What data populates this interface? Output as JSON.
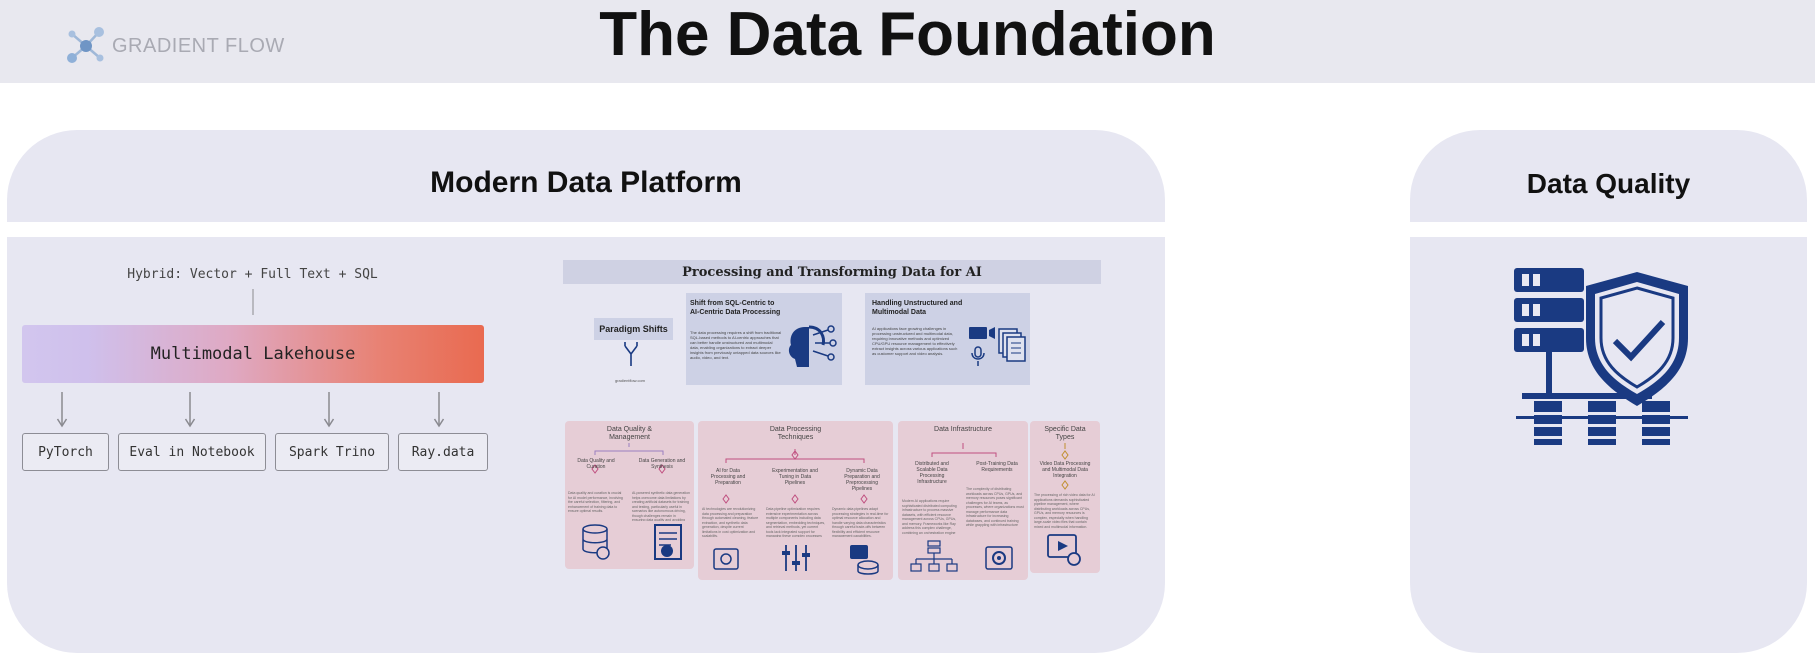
{
  "header": {
    "brand": "GRADIENT FLOW",
    "title": "The Data Foundation"
  },
  "platform": {
    "title": "Modern Data Platform",
    "hybrid_label": "Hybrid: Vector + Full Text + SQL",
    "lakehouse_label": "Multimodal Lakehouse",
    "tools": [
      "PyTorch",
      "Eval in Notebook",
      "Spark Trino",
      "Ray.data"
    ]
  },
  "infographic": {
    "title": "Processing and Transforming Data for AI",
    "paradigm_label": "Paradigm Shifts",
    "site_label": "gradientflow.com",
    "card1_title": "Shift from SQL-Centric to AI-Centric Data Processing",
    "card1_text": "The data processing requires a shift from traditional SQL-based methods to AI-centric approaches that can better handle unstructured and multimodal data, enabling organizations to extract deeper insights from previously untapped data sources like audio, video, and text.",
    "card2_title": "Handling Unstructured and Multimodal Data",
    "card2_text": "AI applications face growing challenges in processing unstructured and multimodal data, requiring innovative methods and optimized CPU/GPU resource management to effectively extract insights across various applications such as customer support and video analysis.",
    "quality_title": "Data Quality & Management",
    "quality_sub1": "Data Quality and Curation",
    "quality_sub2": "Data Generation and Synthesis",
    "quality_text1": "Data quality and curation is crucial for AI model performance, involving the careful selection, filtering, and enhancement of training data to ensure optimal results.",
    "quality_text2": "AI-powered synthetic data generation helps overcome data limitations by creating artificial datasets for training and testing, particularly useful in scenarios like autonomous driving, though challenges remain in ensuring data quality and avoiding bias.",
    "processing_title": "Data Processing Techniques",
    "processing_sub1": "AI for Data Processing and Preparation",
    "processing_sub2": "Experimentation and Tuning in Data Pipelines",
    "processing_sub3": "Dynamic Data Preparation and Preprocessing Pipelines",
    "processing_text1": "AI technologies are revolutionizing data processing and preparation through automated cleaning, feature extraction, and synthetic data generation, despite current limitations in cost optimization and scalability.",
    "processing_text2": "Data pipeline optimization requires extensive experimentation across multiple components including data segmentation, embedding techniques, and retrieval methods, yet current tools lack integrated support for managing these complex processes effectively.",
    "processing_text3": "Dynamic data pipelines adapt processing strategies in real-time for optimal resource allocation and handle varying data characteristics through careful trade-offs between flexibility and efficient resource management capabilities.",
    "infra_title": "Data Infrastructure",
    "infra_sub1": "Distributed and Scalable Data Processing Infrastructure",
    "infra_sub2": "Post-Training Data Requirements",
    "infra_text1": "Modern AI applications require sophisticated distributed computing infrastructure to process massive datasets, with efficient resource management across CPUs, GPUs, and memory. Frameworks like Ray address this complex challenge, combining an orchestration engine with their capabilities to meet growing demands.",
    "infra_text2": "The complexity of distributing workloads across CPUs, GPUs, and memory resources poses significant challenges for AI teams, as processes, where organizations must manage performance data infrastructure for increasing databases, and continued training while grappling with infrastructure limitations.",
    "specific_title": "Specific Data Types",
    "specific_sub1": "Video Data Processing and Multimodal Data Integration",
    "specific_text1": "The processing of rich video data for AI applications demands sophisticated pipeline management, where distributing workloads across CPUs, GPUs, and memory resources is complex, especially when handling large-scale video files that contain mixed and multimodal information."
  },
  "quality": {
    "title": "Data Quality"
  },
  "colors": {
    "navy": "#1a3a82",
    "panel": "#e7e7f2",
    "header": "#e8e8ef",
    "lakehouse_start": "#d2c6ee",
    "lakehouse_end": "#e96a50",
    "pink_card": "#e6cdd6",
    "blue_card": "#cdd1e5"
  }
}
